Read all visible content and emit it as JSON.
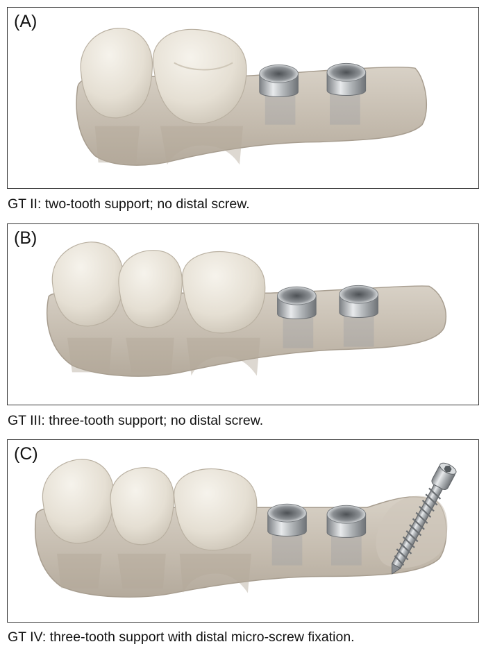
{
  "panels": [
    {
      "label": "(A)",
      "caption": "GT II: two-tooth support; no distal screw."
    },
    {
      "label": "(B)",
      "caption": "GT III: three-tooth support; no distal screw."
    },
    {
      "label": "(C)",
      "caption": "GT IV: three-tooth support with distal micro-screw fixation."
    }
  ],
  "colors": {
    "base": "#c9c0b4",
    "tooth": "#e9e4da",
    "metal": "#a9adb0",
    "border": "#333333"
  }
}
